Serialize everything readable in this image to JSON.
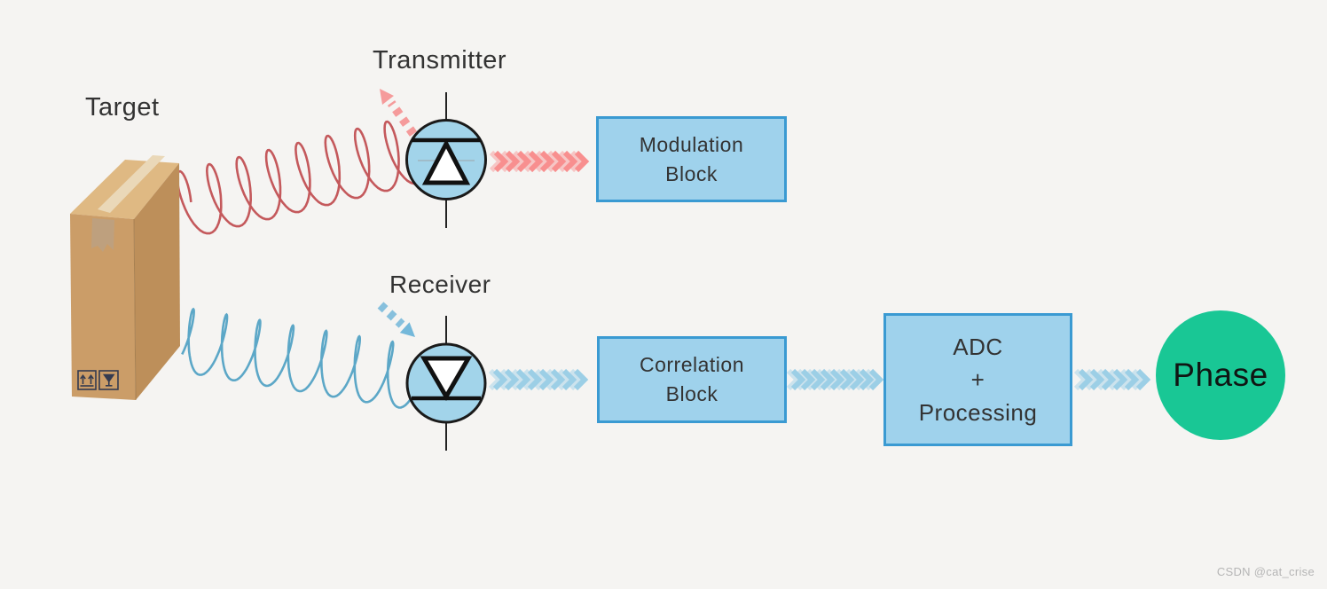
{
  "diagram": {
    "labels": {
      "target": "Target",
      "transmitter": "Transmitter",
      "receiver": "Receiver"
    },
    "blocks": {
      "modulation": {
        "line1": "Modulation",
        "line2": "Block"
      },
      "correlation": {
        "line1": "Correlation",
        "line2": "Block"
      },
      "adc": {
        "line1": "ADC",
        "line2": "+",
        "line3": "Processing"
      }
    },
    "output": {
      "label": "Phase"
    },
    "icons": {
      "transmitter_symbol": "laser-diode-icon",
      "receiver_symbol": "photodiode-icon",
      "target_illustration": "cardboard-box",
      "box_marking_1": "this-side-up-icon",
      "box_marking_2": "fragile-glass-icon",
      "flow_arrows": "chevron-arrow",
      "emission_arrow": "dashed-arrow-up-left",
      "reception_arrow": "dashed-arrow-down-right"
    },
    "colors": {
      "background": "#f5f4f2",
      "block_fill": "#9fd2ec",
      "block_border": "#3a9ad2",
      "node_fill": "#a2d4ea",
      "outline": "#1a1a1a",
      "tx_signal": "#c4595c",
      "rx_signal": "#5ca7c7",
      "tx_chevron": "#f88f8f",
      "rx_chevron": "#9ccfe6",
      "tx_dash_arrow": "#f59b9b",
      "rx_dash_arrow": "#74b8da",
      "phase_fill": "#19c795",
      "text": "#333333",
      "box_front": "#cb9d68",
      "box_side": "#bd8f5a",
      "box_top": "#dfb983",
      "box_tape": "#ead8b8"
    },
    "watermark": "CSDN @cat_crise"
  }
}
